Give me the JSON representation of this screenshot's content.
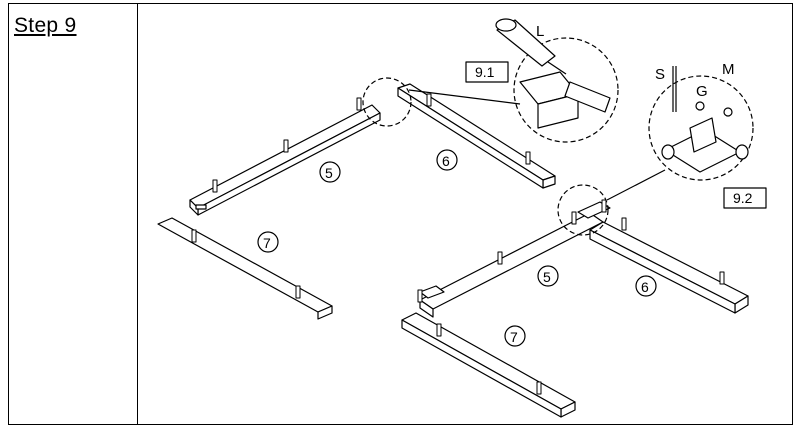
{
  "step": {
    "title": "Step 9"
  },
  "callouts": {
    "detail_1": "9.1",
    "detail_2": "9.2"
  },
  "parts": {
    "p5": "5",
    "p6": "6",
    "p7": "7"
  },
  "hardware": {
    "L": "L",
    "S": "S",
    "G": "G",
    "M": "M"
  }
}
